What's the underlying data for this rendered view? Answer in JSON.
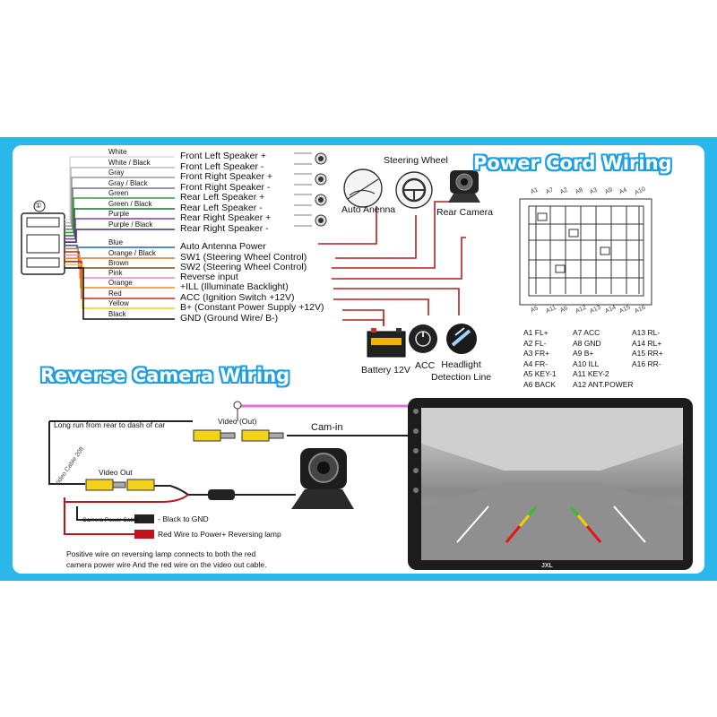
{
  "titles": {
    "power_cord": "Power Cord Wiring",
    "reverse_camera": "Reverse Camera Wiring"
  },
  "connector_number": "①",
  "wires": [
    {
      "color_name": "White",
      "function": "Front Left Speaker +",
      "hex": "#dddddd"
    },
    {
      "color_name": "White / Black",
      "function": "Front Left Speaker -",
      "hex": "#bbbbbb"
    },
    {
      "color_name": "Gray",
      "function": "Front Right Speaker +",
      "hex": "#9a9a9a"
    },
    {
      "color_name": "Gray / Black",
      "function": "Front Right Speaker -",
      "hex": "#7a7a7a"
    },
    {
      "color_name": "Green",
      "function": "Rear Left Speaker +",
      "hex": "#2e9e3a"
    },
    {
      "color_name": "Green / Black",
      "function": "Rear Left Speaker -",
      "hex": "#1f6e28"
    },
    {
      "color_name": "Purple",
      "function": "Rear Right Speaker +",
      "hex": "#7d3fa8"
    },
    {
      "color_name": "Purple / Black",
      "function": "Rear Right Speaker -",
      "hex": "#4e2a6b"
    },
    {
      "color_name": "Blue",
      "function": "Auto Antenna Power",
      "hex": "#2060d0"
    },
    {
      "color_name": "Orange / Black",
      "function": "SW1 (Steering Wheel Control)",
      "hex": "#d87a20"
    },
    {
      "color_name": "Brown",
      "function": "SW2 (Steering Wheel Control)",
      "hex": "#7a4a20"
    },
    {
      "color_name": "Pink",
      "function": "Reverse input",
      "hex": "#ee88bb"
    },
    {
      "color_name": "Orange",
      "function": "+ILL (Illuminate Backlight)",
      "hex": "#f08a1a"
    },
    {
      "color_name": "Red",
      "function": "ACC (Ignition Switch +12V)",
      "hex": "#d82020"
    },
    {
      "color_name": "Yellow",
      "function": "B+ (Constant Power Supply +12V)",
      "hex": "#f2d21a"
    },
    {
      "color_name": "Black",
      "function": "GND (Ground Wire/ B-)",
      "hex": "#111111"
    }
  ],
  "devices": {
    "steering_wheel": "Steering Wheel",
    "auto_antenna": "Auto Anenna",
    "rear_camera": "Rear Camera",
    "battery": "Battery 12V",
    "acc": "ACC",
    "headlight": "Headlight\nDetection Line"
  },
  "connector_pins_top": [
    "A1",
    "A7",
    "A2",
    "A8",
    "A3",
    "A9",
    "A4",
    "A10"
  ],
  "connector_pins_bottom": [
    "A5",
    "A11",
    "A6",
    "A12",
    "A13",
    "A14",
    "A15",
    "A16"
  ],
  "pinout": {
    "col1": [
      "A1 FL+",
      "A2 FL-",
      "A3 FR+",
      "A4 FR-",
      "A5 KEY-1",
      "A6 BACK"
    ],
    "col2": [
      "A7 ACC",
      "A8 GND",
      "A9 B+",
      "A10 ILL",
      "A11 KEY-2",
      "A12 ANT.POWER"
    ],
    "col3": [
      "A13 RL-",
      "A14 RL+",
      "A15 RR+",
      "A16 RR-"
    ]
  },
  "reverse": {
    "long_run": "Long run from rear to dash of car",
    "video_out_top": "Video (Out)",
    "cam_in": "Cam-in",
    "video_cable": "Video Cable 20ft",
    "video_out": "Video Out",
    "camera_power_cable": "Camera Power Cable",
    "black_gnd": "- Black to GND",
    "red_wire": "Red Wire to Power+ Reversing lamp",
    "note1": "Positive wire on reversing lamp connects to both the red",
    "note2": "camera power wire And the red wire on the video out cable."
  },
  "brand": "JXL",
  "colors": {
    "frame": "#2bb7ea",
    "title_outline": "#1e9fe0",
    "wire_red": "#c0141c",
    "pink_wire": "#e070d8"
  }
}
